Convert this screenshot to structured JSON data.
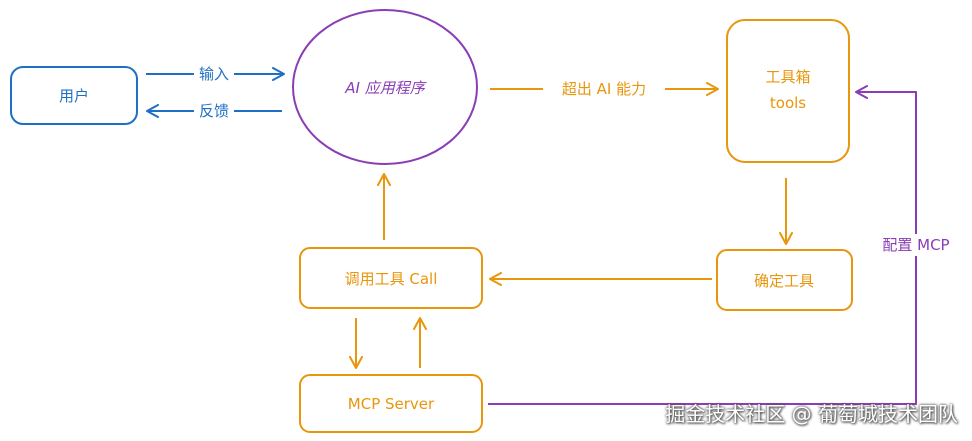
{
  "nodes": {
    "user": "用户",
    "ai_app": "AI 应用程序",
    "tools_line1": "工具箱",
    "tools_line2": "tools",
    "confirm_tool": "确定工具",
    "call_tool": "调用工具 Call",
    "mcp_server": "MCP Server"
  },
  "edges": {
    "input": "输入",
    "feedback": "反馈",
    "beyond_ai": "超出 AI 能力",
    "config_mcp": "配置 MCP"
  },
  "colors": {
    "blue": "#1f6fc4",
    "purple": "#8a3db5",
    "orange": "#e8960c"
  },
  "watermark": "掘金技术社区 @ 葡萄城技术团队"
}
